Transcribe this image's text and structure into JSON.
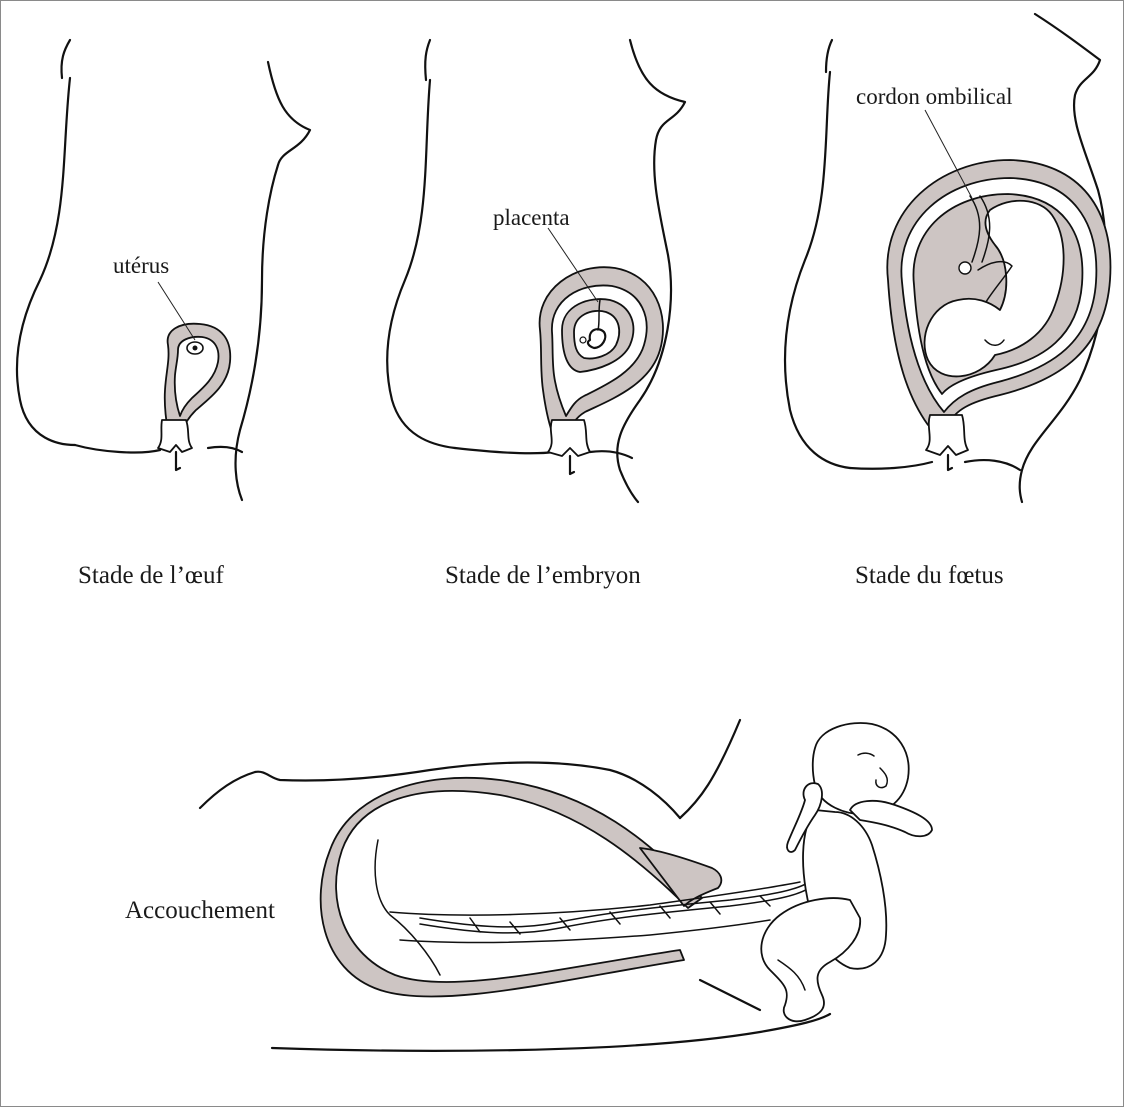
{
  "colors": {
    "tissue": "#cdc5c3",
    "ink": "#111111",
    "frame": "#8a8a8a"
  },
  "panels": [
    {
      "id": "oeuf",
      "caption": "Stade de l’œuf",
      "label": "utérus"
    },
    {
      "id": "embryon",
      "caption": "Stade de l’embryon",
      "label": "placenta"
    },
    {
      "id": "foetus",
      "caption": "Stade du fœtus",
      "label": "cordon ombilical"
    }
  ],
  "birth": {
    "label": "Accouchement"
  }
}
